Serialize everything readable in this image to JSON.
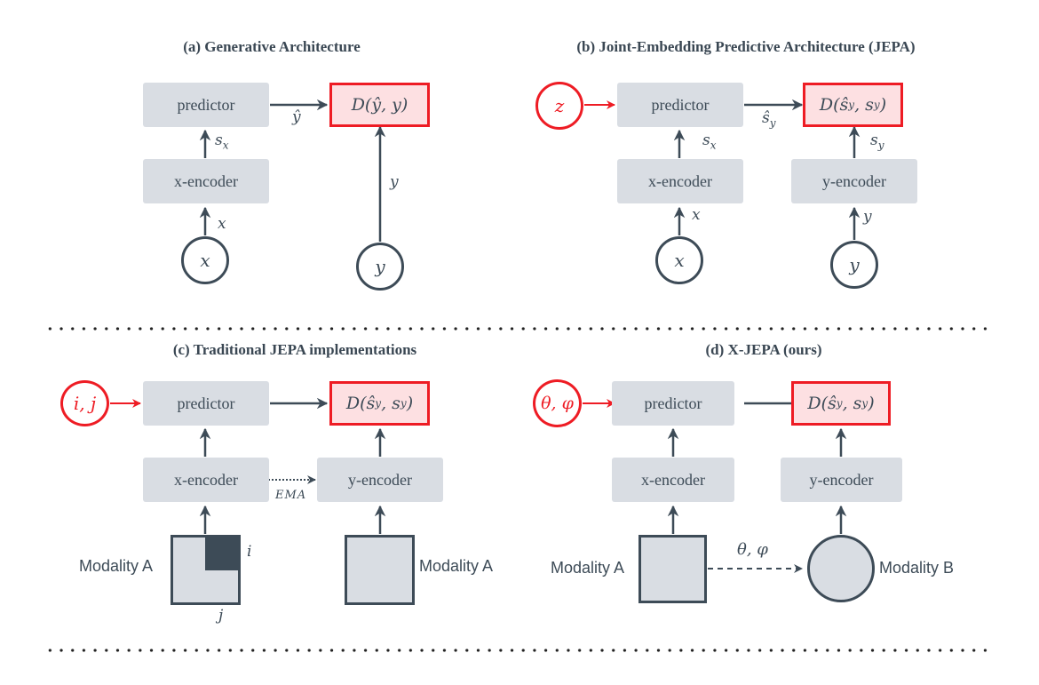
{
  "panels": {
    "a": {
      "title": "(a) Generative Architecture",
      "predictor": "predictor",
      "x_encoder": "x-encoder",
      "distance": "D(ŷ, y)",
      "label_yhat": "ŷ",
      "label_sx": "s",
      "label_sx_sub": "x",
      "label_x": "x",
      "label_y": "y",
      "node_x": "x",
      "node_y": "y"
    },
    "b": {
      "title": "(b) Joint-Embedding Predictive Architecture (JEPA)",
      "latent": "z",
      "predictor": "predictor",
      "x_encoder": "x-encoder",
      "y_encoder": "y-encoder",
      "distance": "D(ŝ",
      "distance_sub1": "y",
      "distance_mid": ", s",
      "distance_sub2": "y",
      "distance_end": ")",
      "label_shat": "ŝ",
      "label_shat_sub": "y",
      "label_sx": "s",
      "label_sx_sub": "x",
      "label_sy": "s",
      "label_sy_sub": "y",
      "label_x": "x",
      "label_y": "y",
      "node_x": "x",
      "node_y": "y"
    },
    "c": {
      "title": "(c) Traditional JEPA implementations",
      "latent": "i, j",
      "predictor": "predictor",
      "x_encoder": "x-encoder",
      "y_encoder": "y-encoder",
      "distance": "D(ŝ",
      "distance_sub1": "y",
      "distance_mid": ", s",
      "distance_sub2": "y",
      "distance_end": ")",
      "ema_label": "EMA",
      "modality_left": "Modality A",
      "modality_right": "Modality A",
      "label_i": "i",
      "label_j": "j"
    },
    "d": {
      "title": "(d) X-JEPA (ours)",
      "latent": "θ, φ",
      "predictor": "predictor",
      "x_encoder": "x-encoder",
      "y_encoder": "y-encoder",
      "distance": "D(ŝ",
      "distance_sub1": "y",
      "distance_mid": ", s",
      "distance_sub2": "y",
      "distance_end": ")",
      "transform_label": "θ, φ",
      "modality_left": "Modality A",
      "modality_right": "Modality B"
    }
  },
  "colors": {
    "accent_red": "#ee1c24",
    "node_fill": "#d9dde3",
    "stroke": "#3d4b57",
    "distance_fill": "#fde0e2"
  }
}
